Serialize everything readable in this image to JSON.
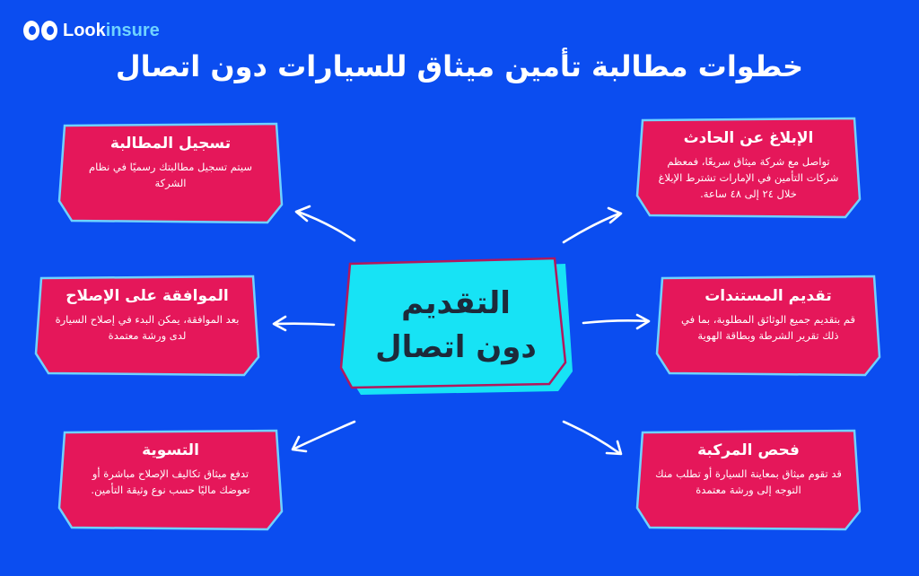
{
  "logo": {
    "part1": "Look",
    "part2": "insure"
  },
  "title": "خطوات مطالبة تأمين ميثاق للسيارات دون اتصال",
  "center": {
    "line1": "التقديم",
    "line2": "دون اتصال"
  },
  "cards": {
    "report": {
      "title": "الإبلاغ عن الحادث",
      "text": "تواصل مع شركة ميثاق سريعًا، فمعظم شركات التأمين في الإمارات تشترط الإبلاغ خلال ٢٤ إلى ٤٨ ساعة."
    },
    "register": {
      "title": "تسجيل المطالبة",
      "text": "سيتم تسجيل مطالبتك رسميًا في نظام الشركة"
    },
    "docs": {
      "title": "تقديم المستندات",
      "text": "قم بتقديم جميع الوثائق المطلوبة، بما في ذلك تقرير الشرطة وبطاقة الهوية"
    },
    "approval": {
      "title": "الموافقة على الإصلاح",
      "text": "بعد الموافقة، يمكن البدء في إصلاح السيارة لدى ورشة معتمدة"
    },
    "inspect": {
      "title": "فحص المركبة",
      "text": "قد تقوم ميثاق بمعاينة السيارة أو تطلب منك التوجه إلى ورشة معتمدة"
    },
    "settle": {
      "title": "التسوية",
      "text": "تدفع ميثاق تكاليف الإصلاح مباشرة أو تعوضك ماليًا حسب نوع وثيقة التأمين."
    }
  },
  "colors": {
    "background": "#0b4df0",
    "card_fill": "#e5175a",
    "card_border": "#6fd3ff",
    "center_fill": "#17e3f5",
    "center_border": "#b2185c"
  }
}
